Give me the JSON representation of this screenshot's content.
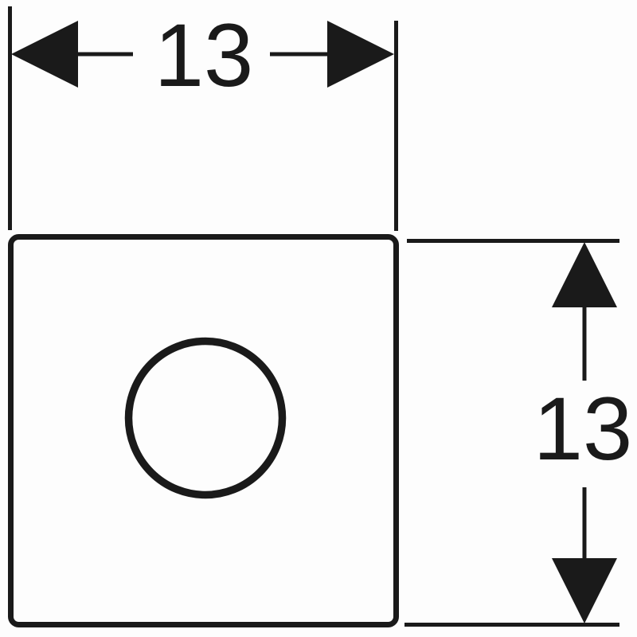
{
  "drawing": {
    "description": "technical dimension drawing of a square plate with a central circular opening",
    "background_color": "#fdfdfd",
    "line_color": "#1a1a1a",
    "dimensions": {
      "width": {
        "label": "13",
        "orientation": "horizontal",
        "position": "top"
      },
      "height": {
        "label": "13",
        "orientation": "vertical",
        "position": "right"
      }
    }
  }
}
